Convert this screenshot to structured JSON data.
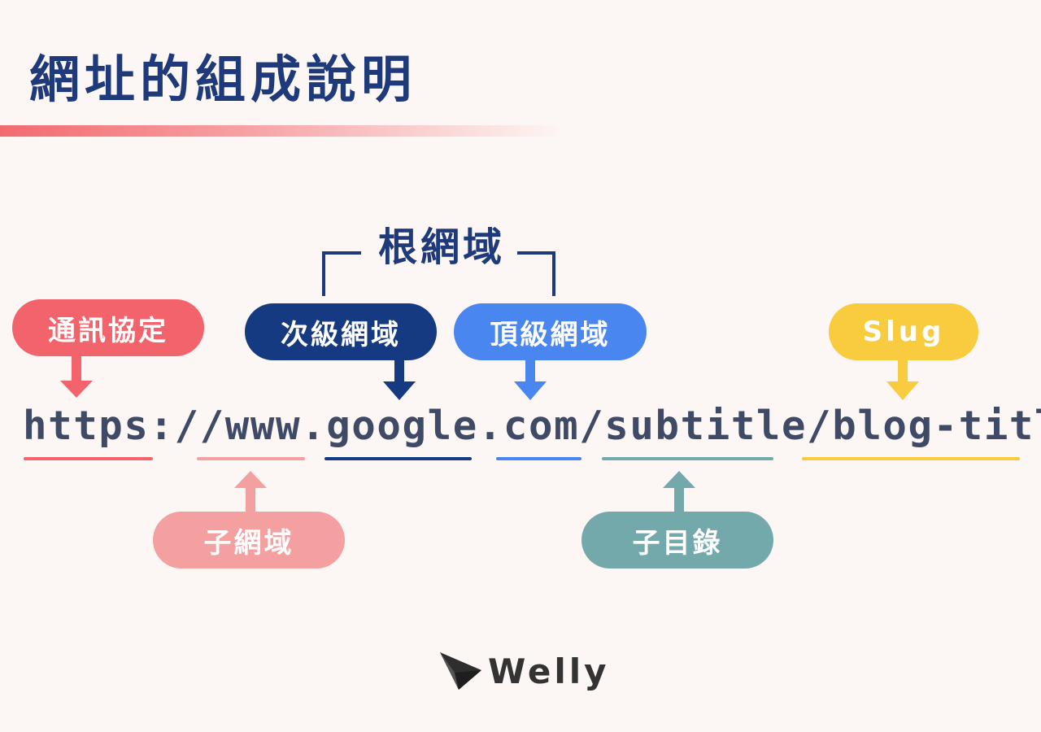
{
  "title": "網址的組成說明",
  "url": "https://www.google.com/subtitle/blog-title",
  "root_domain_label": "根網域",
  "labels": {
    "protocol": "通訊協定",
    "subdomain": "子網域",
    "second_level_domain": "次級網域",
    "top_level_domain": "頂級網域",
    "subdirectory": "子目錄",
    "slug": "Slug"
  },
  "colors": {
    "protocol": "#f2636b",
    "subdomain": "#f4a0a0",
    "second_level_domain": "#163a82",
    "top_level_domain": "#4a86f0",
    "subdirectory": "#74a9ac",
    "slug": "#f9cb3e",
    "title": "#1f3a7a",
    "url_text": "#3e4a66",
    "background": "#fcf6f4"
  },
  "logo": {
    "text": "Welly",
    "icon": "paper-plane-icon"
  }
}
